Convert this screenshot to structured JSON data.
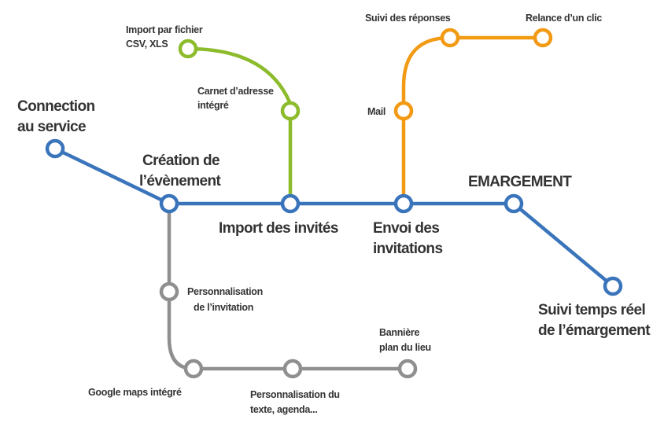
{
  "colors": {
    "main": "#3a74bb",
    "green": "#8cbb2c",
    "orange": "#f29a14",
    "gray": "#8f8f8f",
    "text": "#333333"
  },
  "lines": {
    "main": {
      "name": "main-line",
      "stations": {
        "connection": [
          "Connection",
          "au service"
        ],
        "creation": [
          "Création de",
          "l’évènement"
        ],
        "import": [
          "Import des invités"
        ],
        "envoi": [
          "Envoi des",
          "invitations"
        ],
        "emargement": [
          "EMARGEMENT"
        ],
        "suivi_temps_reel": [
          "Suivi temps réel",
          "de l’émargement"
        ]
      }
    },
    "green": {
      "name": "import-branch",
      "stations": {
        "import_fichier": [
          "Import par fichier",
          "CSV, XLS"
        ],
        "carnet": [
          "Carnet d’adresse",
          "intégré"
        ]
      }
    },
    "orange": {
      "name": "sending-branch",
      "stations": {
        "mail": [
          "Mail"
        ],
        "suivi_reponses": [
          "Suivi des réponses"
        ],
        "relance": [
          "Relance d’un clic"
        ]
      }
    },
    "gray": {
      "name": "customization-branch",
      "stations": {
        "perso_invitation": [
          "Personnalisation",
          "de l’invitation"
        ],
        "google_maps": [
          "Google maps intégré"
        ],
        "perso_texte": [
          "Personnalisation du",
          "texte, agenda..."
        ],
        "banniere": [
          "Bannière",
          "plan du lieu"
        ]
      }
    }
  }
}
